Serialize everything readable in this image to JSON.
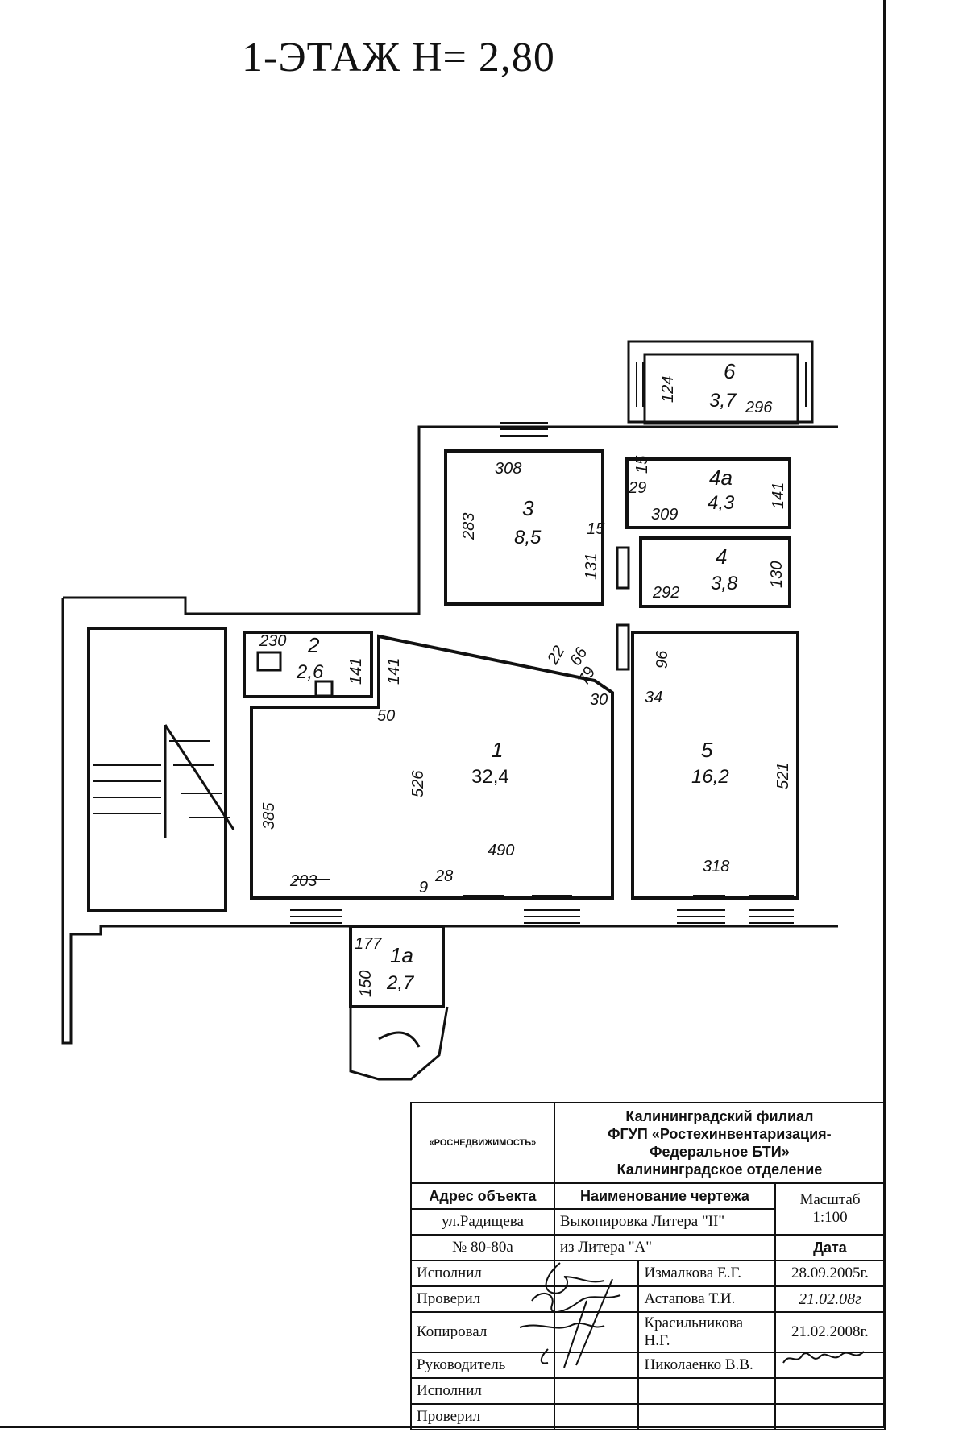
{
  "title": "1-ЭТАЖ  Н= 2,80",
  "rooms": [
    {
      "id": "1",
      "area": "32,4"
    },
    {
      "id": "1а",
      "area": "2,7"
    },
    {
      "id": "2",
      "area": "2,6"
    },
    {
      "id": "3",
      "area": "8,5"
    },
    {
      "id": "4",
      "area": "3,8"
    },
    {
      "id": "4а",
      "area": "4,3"
    },
    {
      "id": "5",
      "area": "16,2"
    },
    {
      "id": "6",
      "area": "3,7"
    }
  ],
  "dimensions": {
    "r6_h": "124",
    "r6_w": "296",
    "r3_top": "308",
    "r3_left": "283",
    "r3_right": "131",
    "r3_gap": "15",
    "r4a_a": "29",
    "r4a_b": "15",
    "r4a_bottom": "309",
    "r4a_right": "141",
    "r4_bottom": "292",
    "r4_right": "130",
    "r2_top": "230",
    "r2_right": "141",
    "r2_wall": "141",
    "r1_a": "50",
    "r1_mid": "526",
    "r1_left": "385",
    "r1_bottom": "490",
    "r1_bl": "203",
    "r1_s1": "9",
    "r1_s2": "28",
    "r1_c1": "66",
    "r1_c2": "22",
    "r1_c3": "79",
    "r1_c4": "30",
    "r5_a": "96",
    "r5_b": "34",
    "r5_right": "521",
    "r5_bottom": "318",
    "r1a_top": "177",
    "r1a_left": "150"
  },
  "stamp": {
    "rosn": "«РОСНЕДВИЖИМОСТЬ»",
    "org": [
      "Калининградский филиал",
      "ФГУП «Ростехинвентаризация-",
      "Федеральное БТИ»",
      "Калининградское отделение"
    ],
    "addr_label": "Адрес объекта",
    "drawing_label": "Наименование чертежа",
    "scale_label": "Масштаб",
    "scale_value": "1:100",
    "street": "ул.Радищева",
    "drawing_name": "Выкопировка Литера \"II\"",
    "number": "№ 80-80а",
    "drawing_from": "из Литера \"А\"",
    "date_label": "Дата",
    "rows": [
      {
        "role": "Исполнил",
        "name": "Измалкова Е.Г.",
        "date": "28.09.2005г."
      },
      {
        "role": "Проверил",
        "name": "Астапова Т.И.",
        "date": "21.02.08г"
      },
      {
        "role": "Копировал",
        "name": "Красильникова Н.Г.",
        "date": "21.02.2008г."
      },
      {
        "role": "Руководитель",
        "name": "Николаенко В.В.",
        "date": ""
      },
      {
        "role": "Исполнил",
        "name": "",
        "date": ""
      },
      {
        "role": "Проверил",
        "name": "",
        "date": ""
      }
    ]
  }
}
